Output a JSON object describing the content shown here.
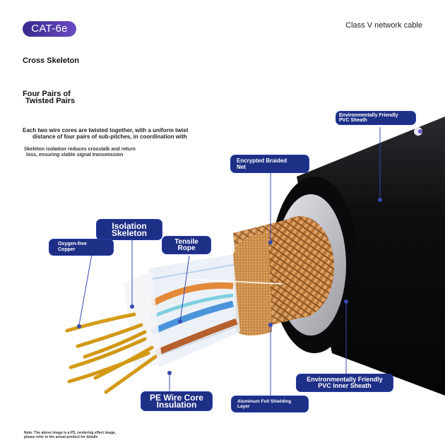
{
  "header": {
    "badge": "CAT-6e",
    "cable_class": "Class V network cable"
  },
  "sections": {
    "cross_skeleton": "Cross Skeleton",
    "four_pairs_line1": "Four Pairs of",
    "four_pairs_line2": "Twisted Pairs",
    "desc_line1": "Each two wire cores are twisted together, with a uniform twist",
    "desc_line2": "distance of four pairs of sub-pitches, in coordination with",
    "desc2_line1": "Skeleton isolation reduces crosstalk and return",
    "desc2_line2": "loss, ensuring stable signal transmission"
  },
  "labels": {
    "pvc_sheath_1": "Environmentally Friendly",
    "pvc_sheath_2": "PVC Sheath",
    "braided_1": "Encrypted Braided",
    "braided_2": "Net",
    "isolation_1": "Isolation",
    "isolation_2": "Skeleton",
    "tensile_1": "Tensile",
    "tensile_2": "Rope",
    "copper_1": "Oxygen-free",
    "copper_2": "Copper",
    "pe_1": "PE Wire Core",
    "pe_2": "Insulation",
    "foil_1": "Aluminum Foil Shielding",
    "foil_2": "Layer",
    "inner_1": "Environmentally Friendly",
    "inner_2": "PVC Inner Sheath"
  },
  "footnote": {
    "line1": "Note: The above image is a PS, rendering effect image,",
    "line2": "please refer to the actual product for details"
  },
  "colors": {
    "badge": "#4b35a8",
    "label_bg": "#1e2f86",
    "jacket": "#111111",
    "braid": "#c98a4a",
    "copper": "#d8a020"
  }
}
